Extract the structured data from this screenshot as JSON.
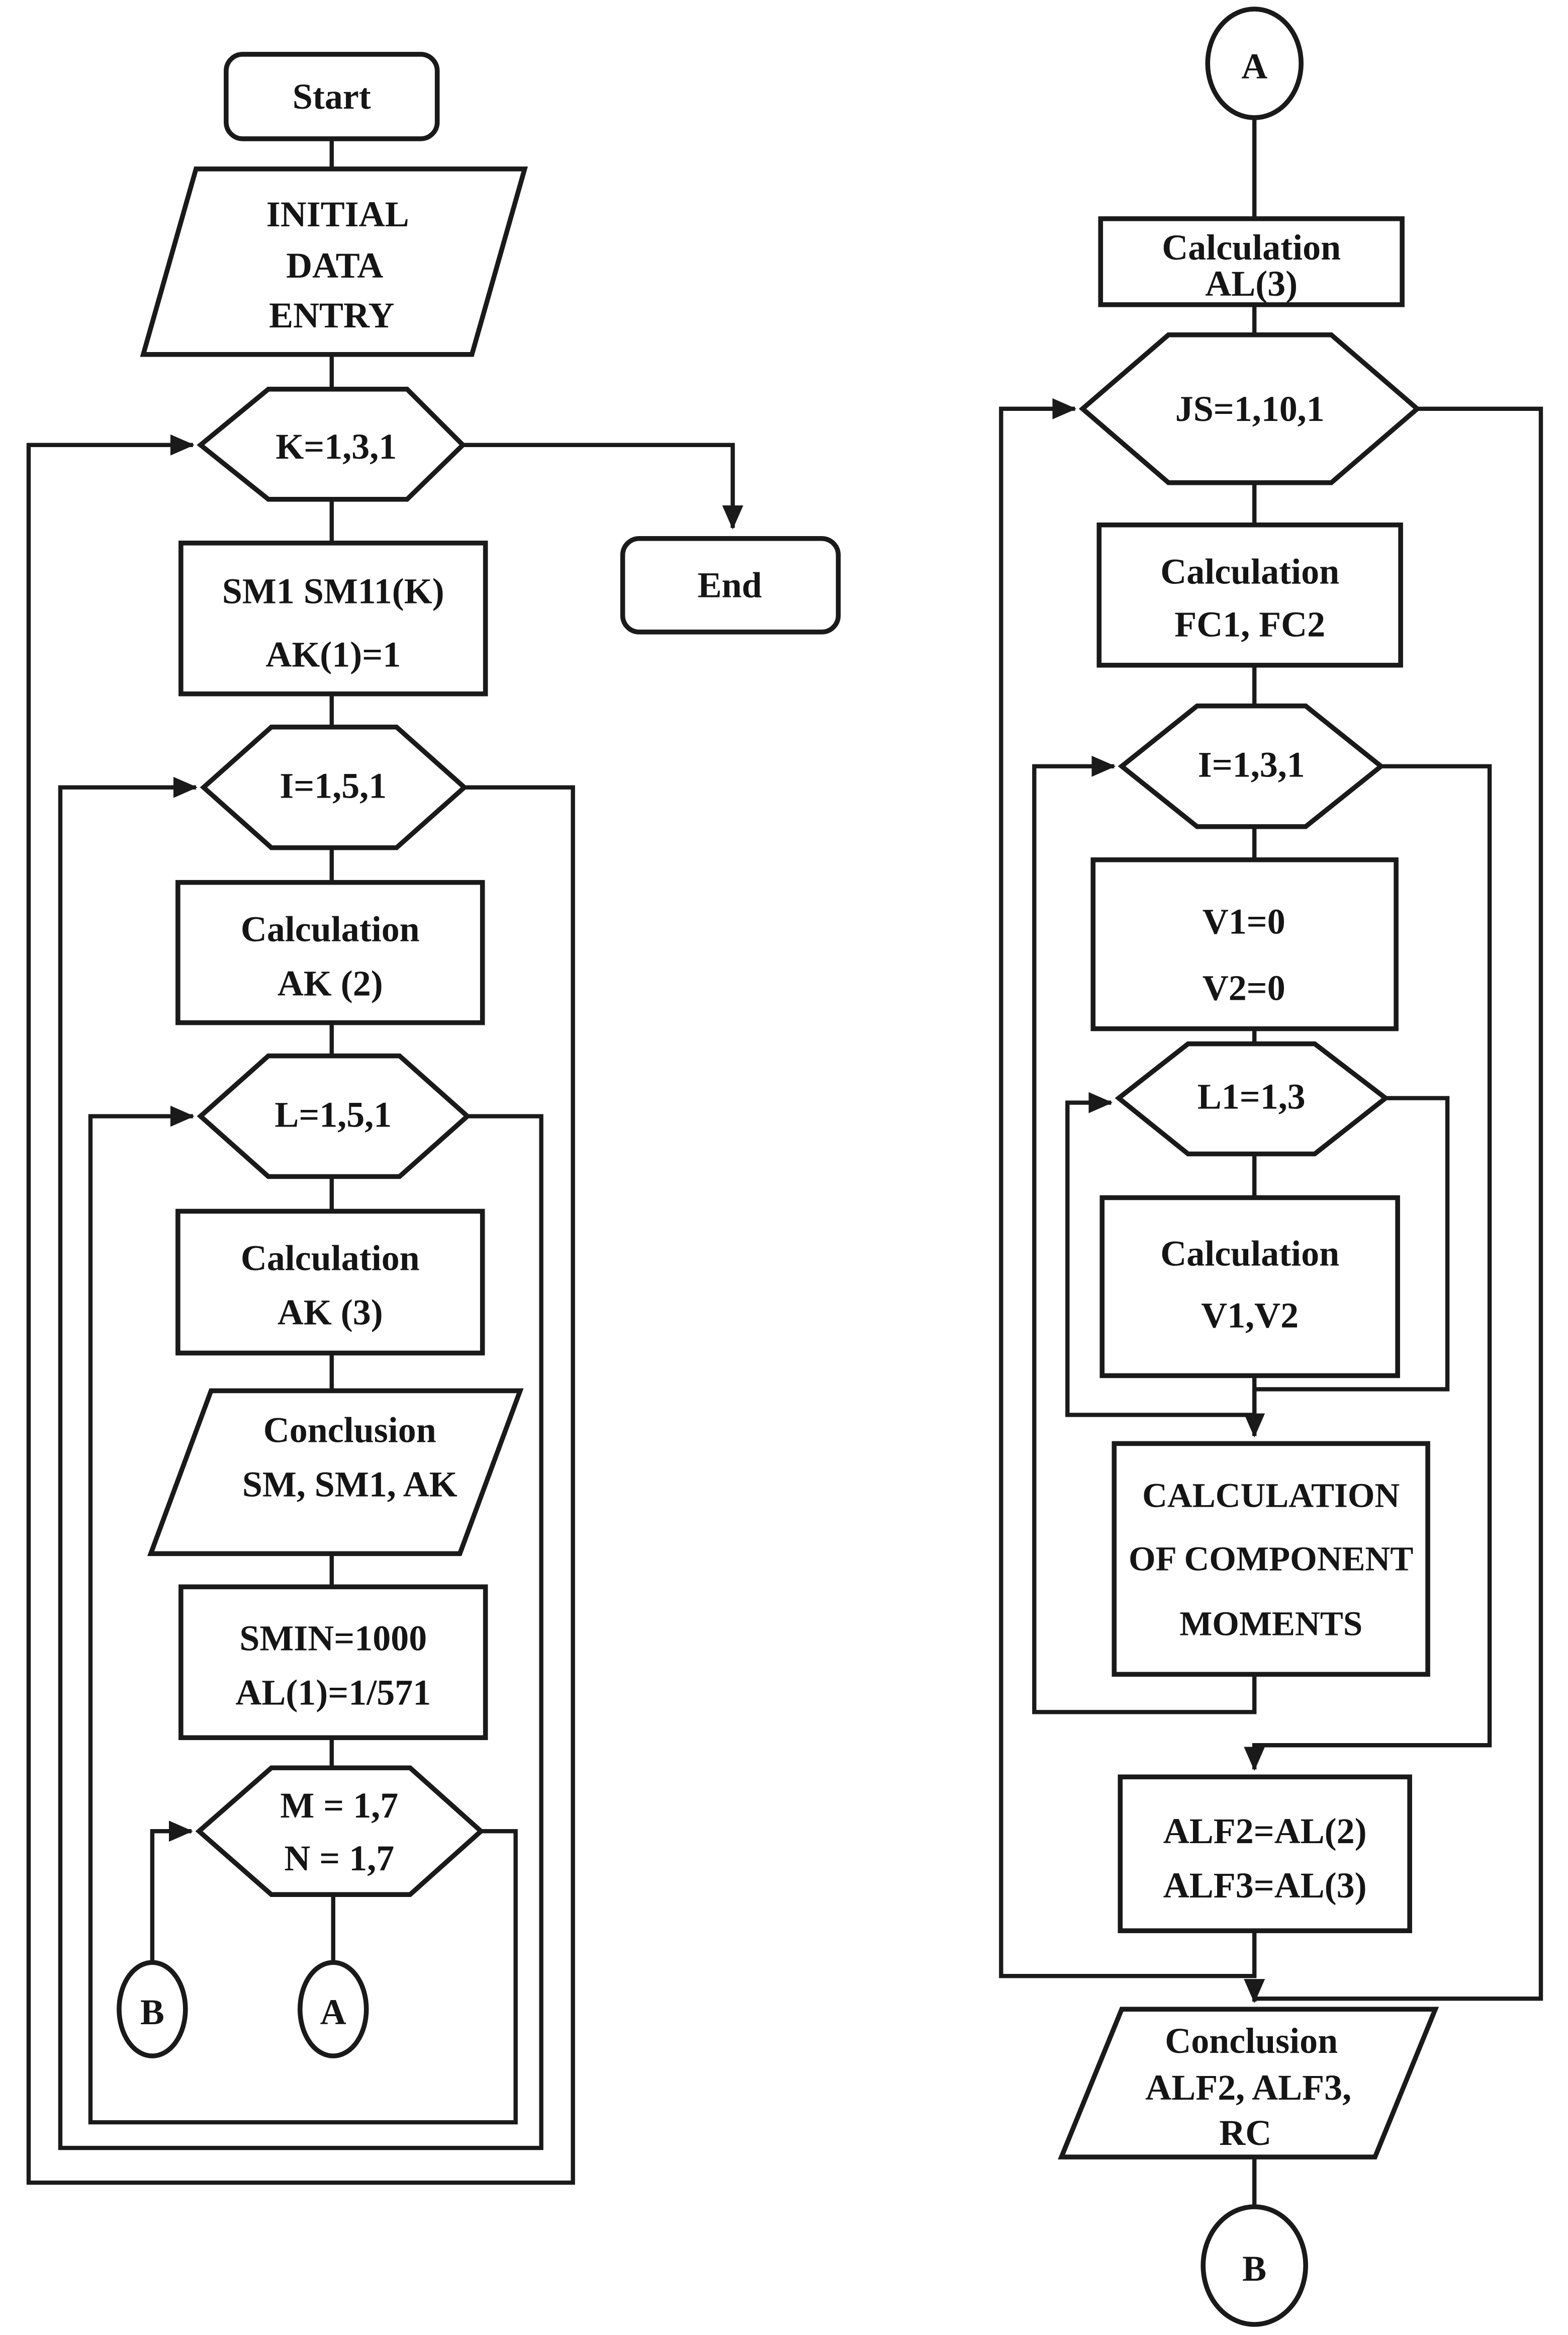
{
  "diagram": {
    "ink_color": "#1a1a1a",
    "background_color": "#ffffff",
    "left_column": {
      "start_label": "Start",
      "initial_entry_lines": [
        "INITIAL",
        "DATA",
        "ENTRY"
      ],
      "k_loop_label": "K=1,3,1",
      "end_label": "End",
      "sm1_lines": [
        "SM1 SM11(K)",
        "AK(1)=1"
      ],
      "i_loop_label": "I=1,5,1",
      "ak2_lines": [
        "Calculation",
        "AK (2)"
      ],
      "l_loop_label": "L=1,5,1",
      "ak3_lines": [
        "Calculation",
        "AK (3)"
      ],
      "conclusion_lines": [
        "Conclusion",
        "SM, SM1, AK"
      ],
      "smin_lines": [
        "SMIN=1000",
        "AL(1)=1/571"
      ],
      "mn_loop_lines": [
        "M = 1,7",
        "N = 1,7"
      ],
      "connector_b_label": "B",
      "connector_a_label": "A"
    },
    "right_column": {
      "connector_a_label": "A",
      "al3_lines": [
        "Calculation",
        "AL(3)"
      ],
      "js_loop_label": "JS=1,10,1",
      "fc_lines": [
        "Calculation",
        "FC1, FC2"
      ],
      "i_loop_label": "I=1,3,1",
      "v_lines": [
        "V1=0",
        "V2=0"
      ],
      "l1_loop_label": "L1=1,3",
      "cv_lines": [
        "Calculation",
        "V1,V2"
      ],
      "moments_lines": [
        "CALCULATION",
        "OF COMPONENT",
        "MOMENTS"
      ],
      "alf_lines": [
        "ALF2=AL(2)",
        "ALF3=AL(3)"
      ],
      "conclusion_lines": [
        "Conclusion",
        "ALF2, ALF3,",
        "RC"
      ],
      "connector_b_label": "B"
    }
  }
}
